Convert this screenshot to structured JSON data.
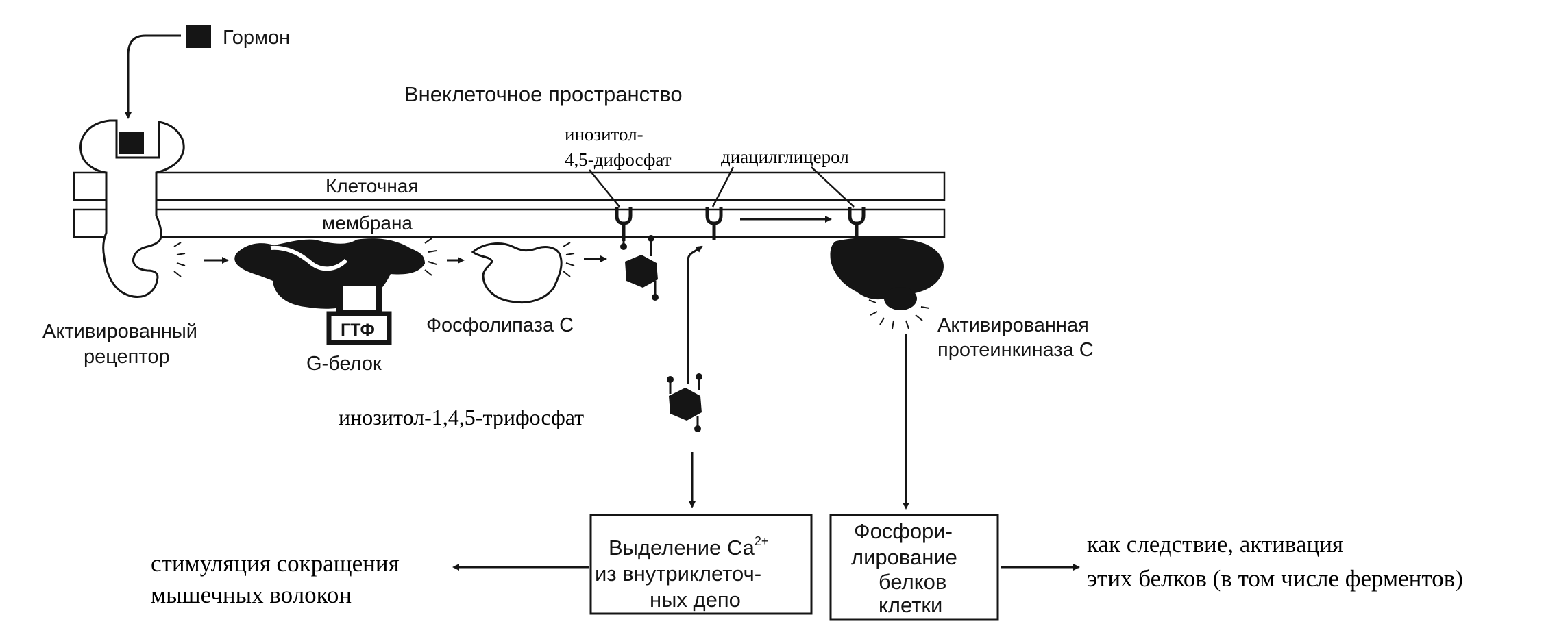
{
  "colors": {
    "ink": "#151515",
    "background": "#ffffff"
  },
  "labels": {
    "hormone": "Гормон",
    "extracellular_space": "Внеклеточное пространство",
    "membrane_line1": "Клеточная",
    "membrane_line2": "мембрана",
    "receptor_line1": "Активированный",
    "receptor_line2": "рецептор",
    "gtp": "ГТФ",
    "g_protein": "G-белок",
    "phospholipase": "Фосфолипаза С",
    "kinase_line1": "Активированная",
    "kinase_line2": "протеинкиназа С",
    "pip2_line1": "инозитол-",
    "pip2_line2": "4,5-дифосфат",
    "dag": "диацилглицерол",
    "ip3": "инозитол-1,4,5-трифосфат",
    "calcium_box": {
      "line1": "Выделение Са",
      "superscript": "2+",
      "line2": "из внутриклеточ-",
      "line3": "ных депо"
    },
    "phosphorylation_box": {
      "line1": "Фосфори-",
      "line2": "лирование",
      "line3": "белков",
      "line4": "клетки"
    },
    "muscle_line1": "стимуляция сокращения",
    "muscle_line2": "мышечных волокон",
    "activation_line1": "как следствие, активация",
    "activation_line2": "этих белков (в том числе ферментов)"
  },
  "icons": [
    "hormone-square-icon",
    "receptor-shape",
    "g-protein-shape",
    "phospholipase-shape",
    "inositol-hexagon-icon",
    "kinase-c-shape",
    "lipid-anchor-icon"
  ]
}
